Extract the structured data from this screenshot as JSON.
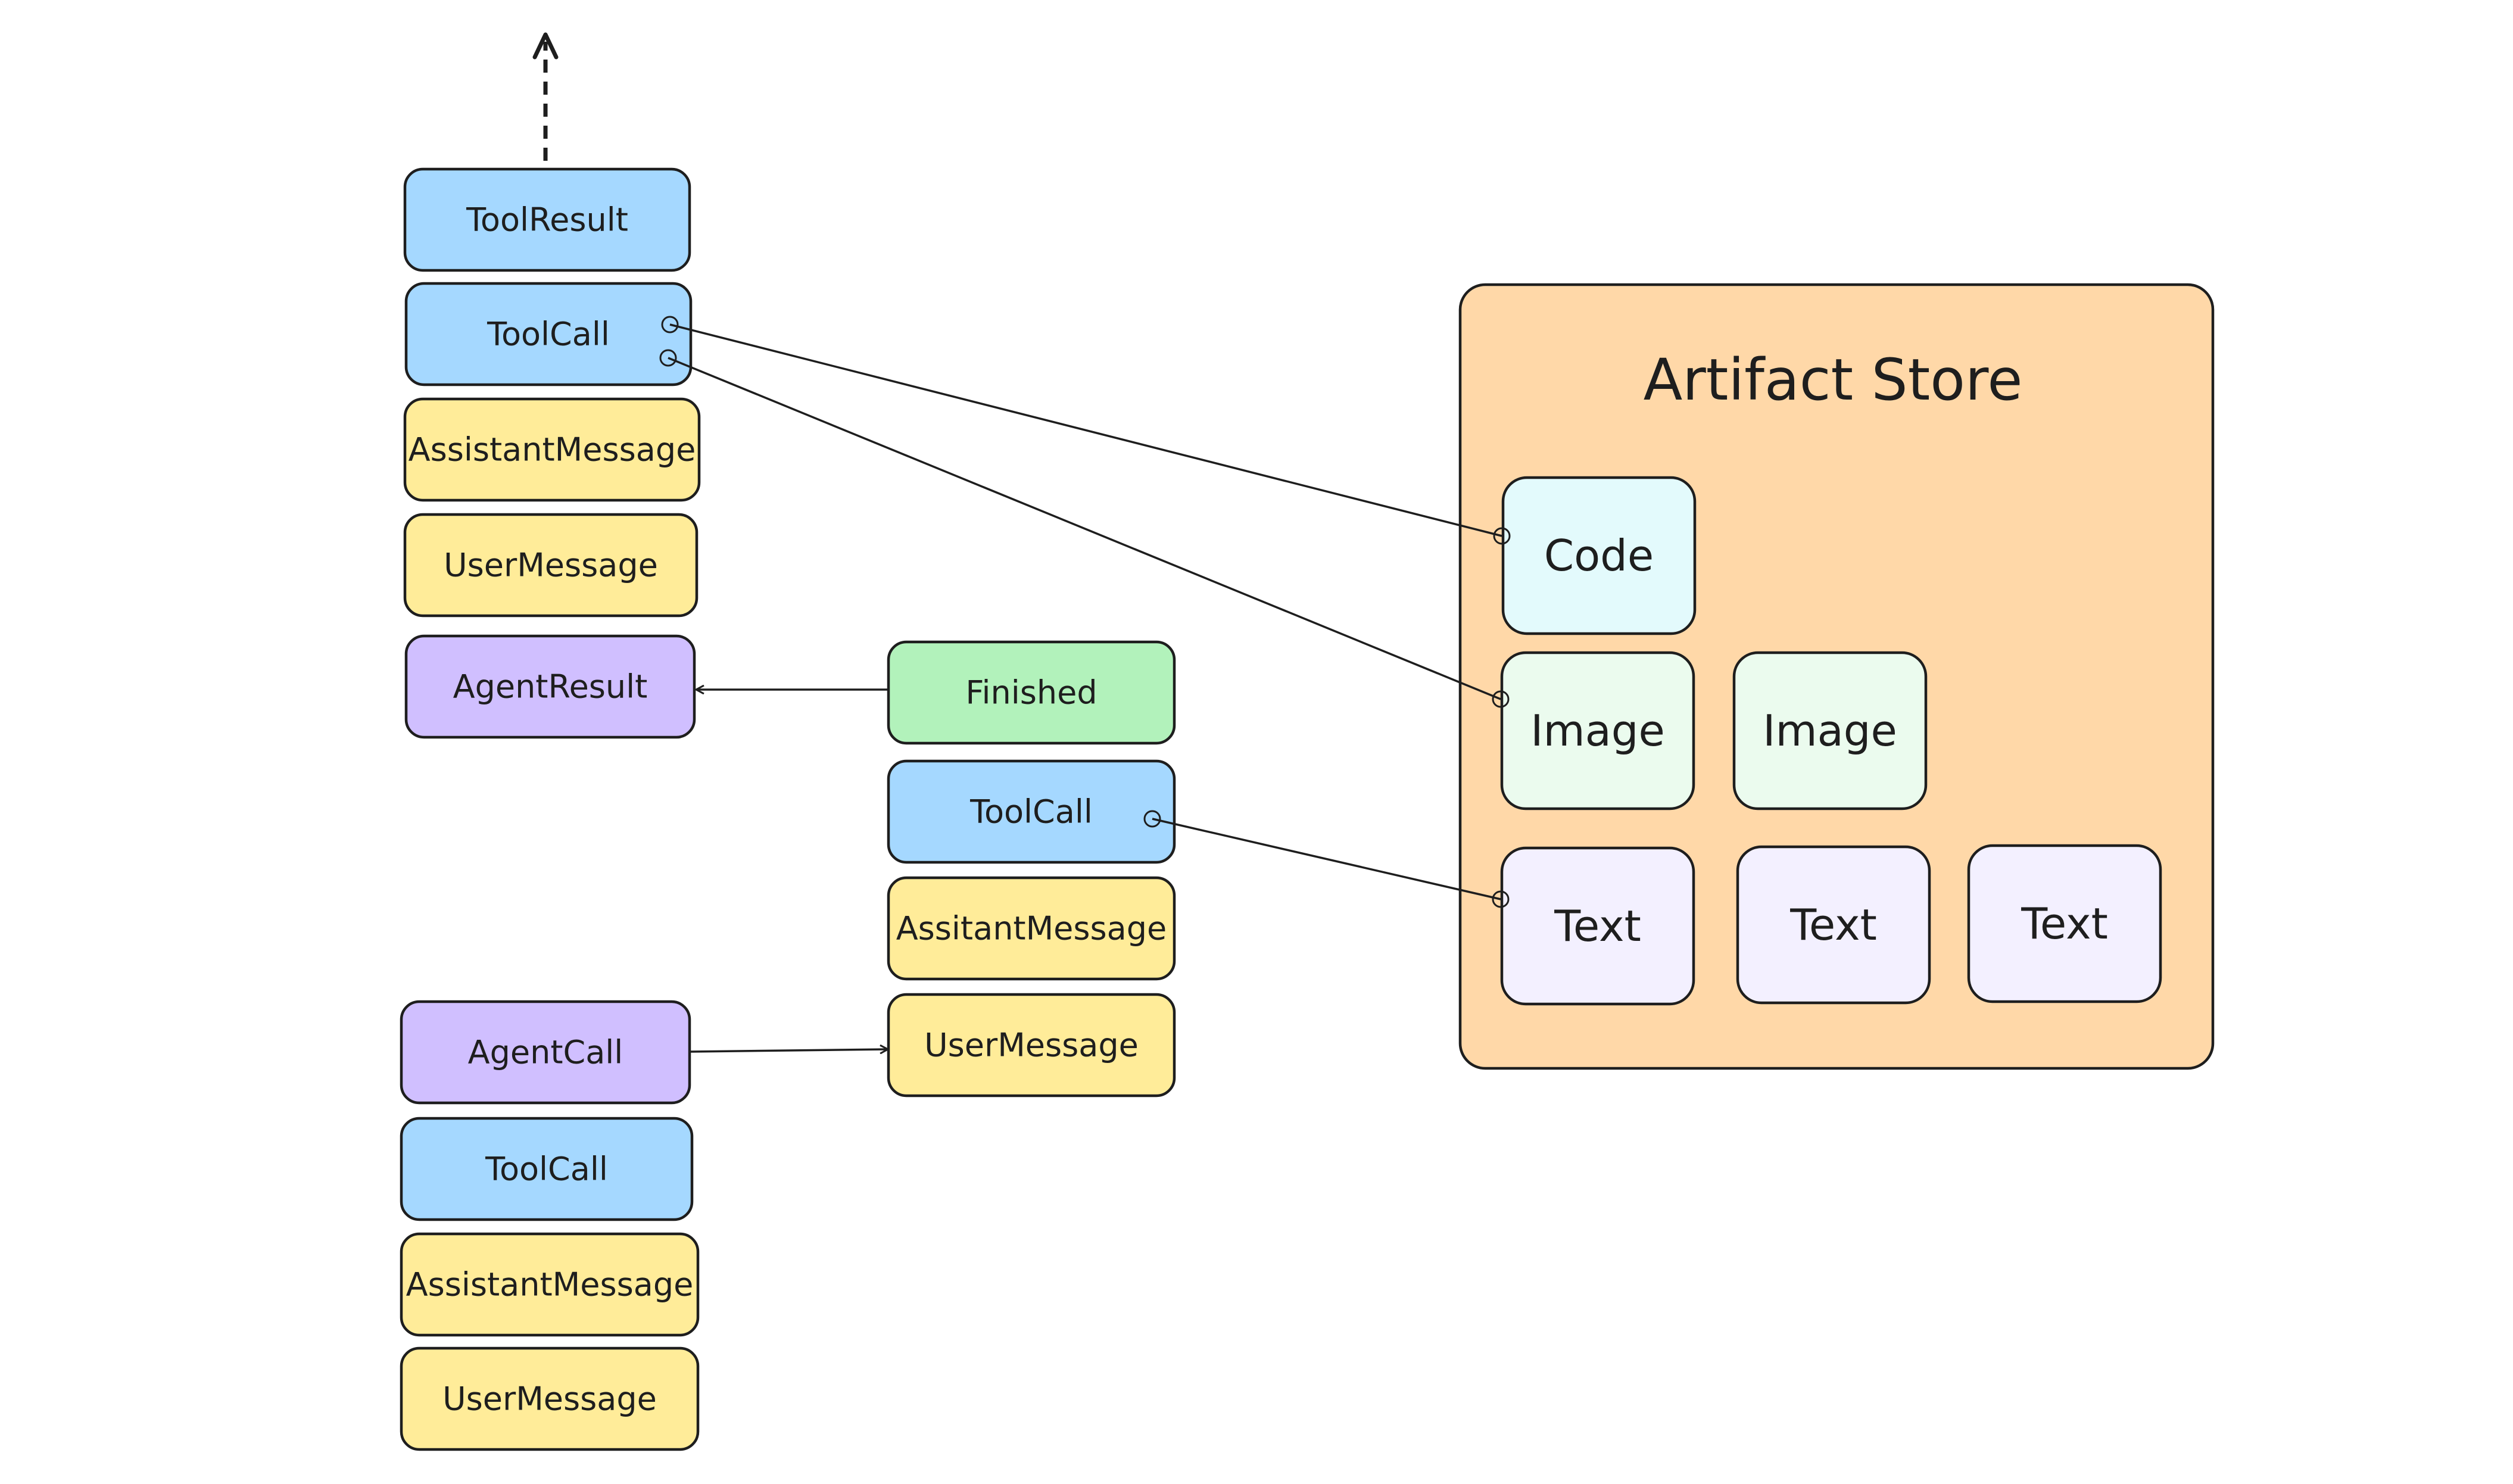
{
  "colors": {
    "tool": "#a5d8ff",
    "message": "#ffec99",
    "agent": "#d0bfff",
    "finished": "#b2f2bb",
    "store": "#ffd8a8",
    "code": "#e3fafc",
    "image": "#ebfbee",
    "text": "#f3f0ff",
    "stroke": "#1e1e1e"
  },
  "left_stack_top": {
    "tool_result": "ToolResult",
    "tool_call": "ToolCall",
    "assistant_message": "AssistantMessage",
    "user_message": "UserMessage",
    "agent_result": "AgentResult"
  },
  "subagent_stack": {
    "finished": "Finished",
    "tool_call": "ToolCall",
    "assistant_message": "AssitantMessage",
    "user_message": "UserMessage"
  },
  "left_stack_bottom": {
    "agent_call": "AgentCall",
    "tool_call": "ToolCall",
    "assistant_message": "AssistantMessage",
    "user_message": "UserMessage"
  },
  "artifact_store": {
    "title": "Artifact Store",
    "code": "Code",
    "image_1": "Image",
    "image_2": "Image",
    "text_1": "Text",
    "text_2": "Text",
    "text_3": "Text"
  }
}
